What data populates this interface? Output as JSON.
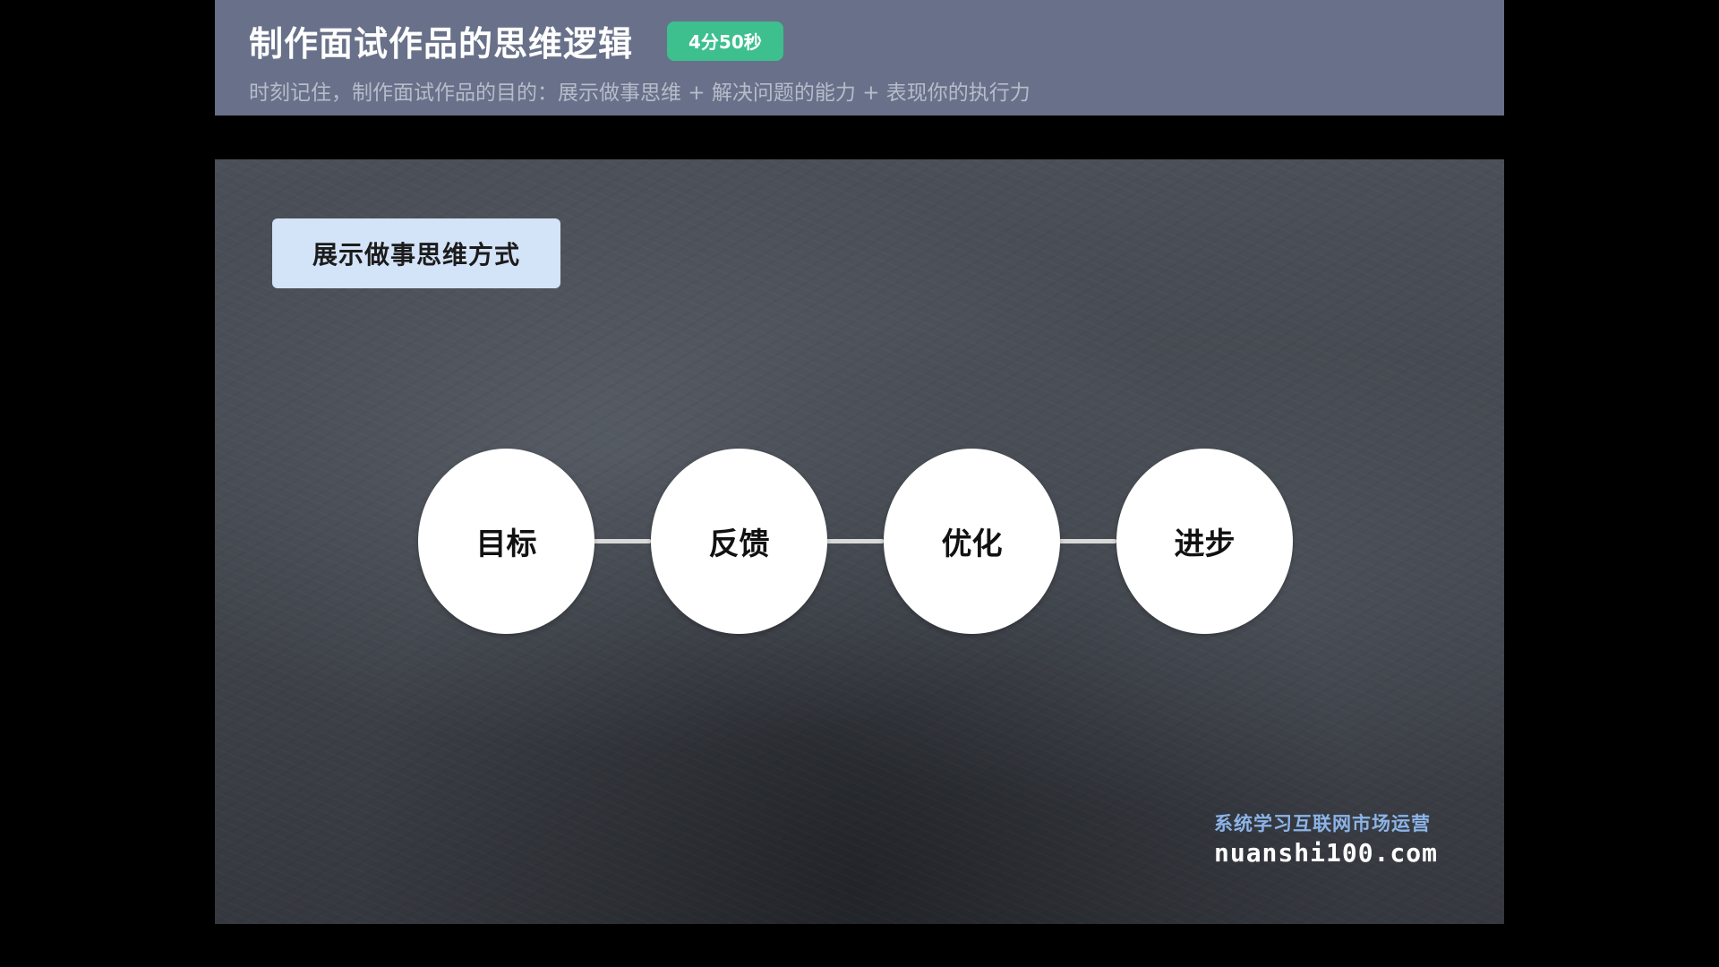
{
  "header": {
    "title": "制作面试作品的思维逻辑",
    "duration_badge": "4分50秒",
    "subtitle": "时刻记住，制作面试作品的目的：展示做事思维 + 解决问题的能力 + 表现你的执行力",
    "background_color": "#687189",
    "badge_color": "#3dbf8e"
  },
  "board": {
    "section_tag": "展示做事思维方式",
    "section_tag_color": "#d3e3f8",
    "flow_steps": [
      {
        "label": "目标"
      },
      {
        "label": "反馈"
      },
      {
        "label": "优化"
      },
      {
        "label": "进步"
      }
    ]
  },
  "brand": {
    "tagline": "系统学习互联网市场运营",
    "site": "nuanshi100.com"
  }
}
